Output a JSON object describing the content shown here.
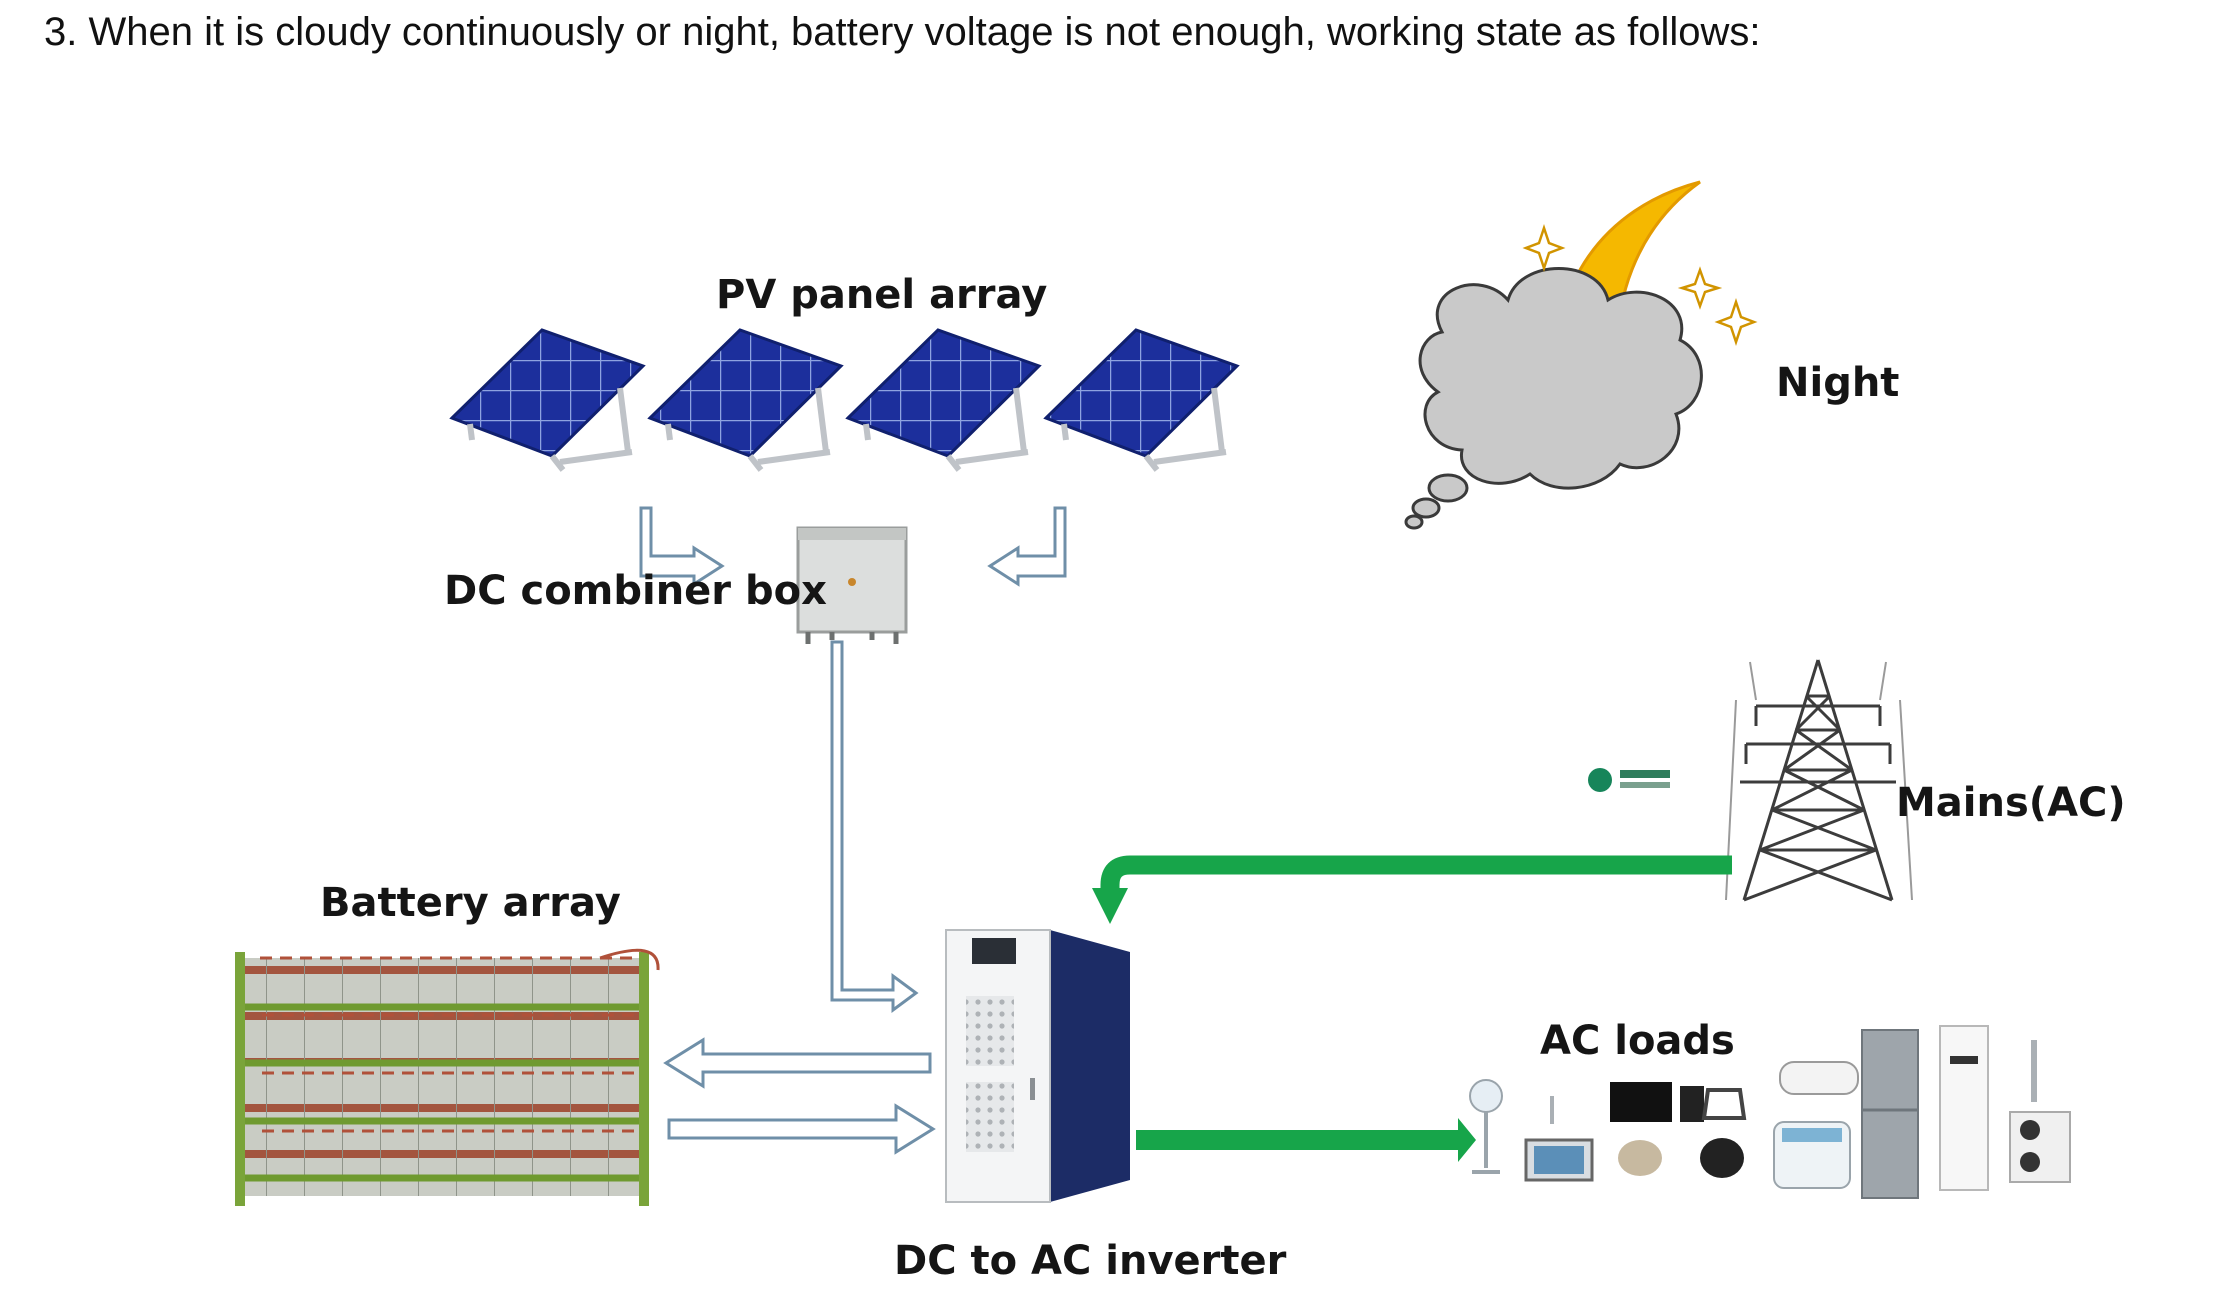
{
  "heading": "3. When it is cloudy continuously or night, battery voltage is not enough, working state as follows:",
  "labels": {
    "pv_panel_array": "PV panel array",
    "night": "Night",
    "dc_combiner_box": "DC combiner box",
    "mains_ac": "Mains(AC)",
    "battery_array": "Battery array",
    "ac_loads": "AC loads",
    "dc_to_ac_inverter": "DC to AC inverter"
  },
  "colors": {
    "panel_blue": "#1c2f9c",
    "moon_yellow": "#f5b800",
    "cloud_gray": "#c9c9c9",
    "mains_arrow_green": "#17a54a",
    "inverter_navy": "#1c2c66",
    "battery_rack_green": "#7aa43a",
    "outline_arrow_blue": "#6f8fa8"
  },
  "icons": [
    "solar-panel-icon",
    "moon-icon",
    "cloud-icon",
    "star-icon",
    "combiner-box-icon",
    "power-tower-icon",
    "grid-logo-icon",
    "battery-rack-icon",
    "inverter-cabinet-icon",
    "fan-icon",
    "tv-icon",
    "kettle-icon",
    "washing-machine-icon",
    "refrigerator-icon",
    "air-conditioner-icon",
    "water-heater-icon"
  ]
}
